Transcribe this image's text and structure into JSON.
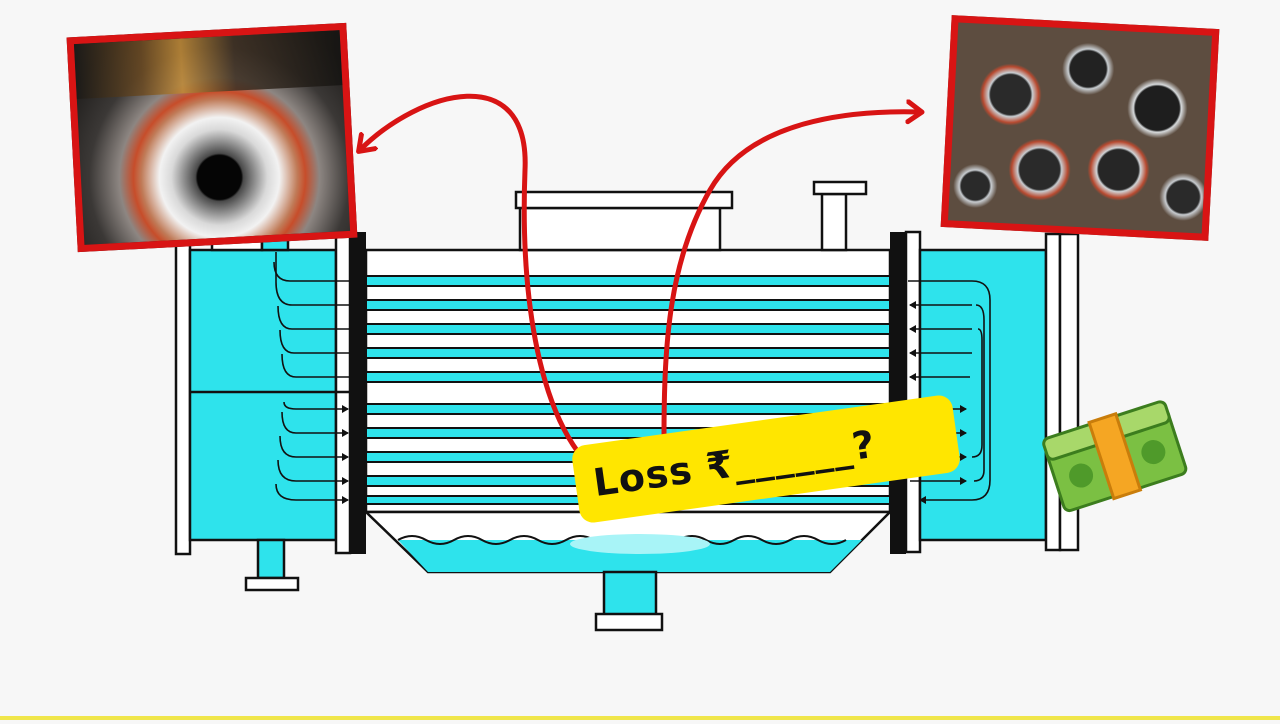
{
  "annotation": {
    "loss_text": "Loss ₹______?"
  },
  "colors": {
    "fluid": "#2ee3ec",
    "accent_red": "#d81414",
    "label_yellow": "#ffe600",
    "outline": "#111111"
  },
  "icons": {
    "money": "money-bundle-icon",
    "left_photo": "corroded-tube-end-photo",
    "right_photo": "corroded-tubesheet-photo"
  }
}
